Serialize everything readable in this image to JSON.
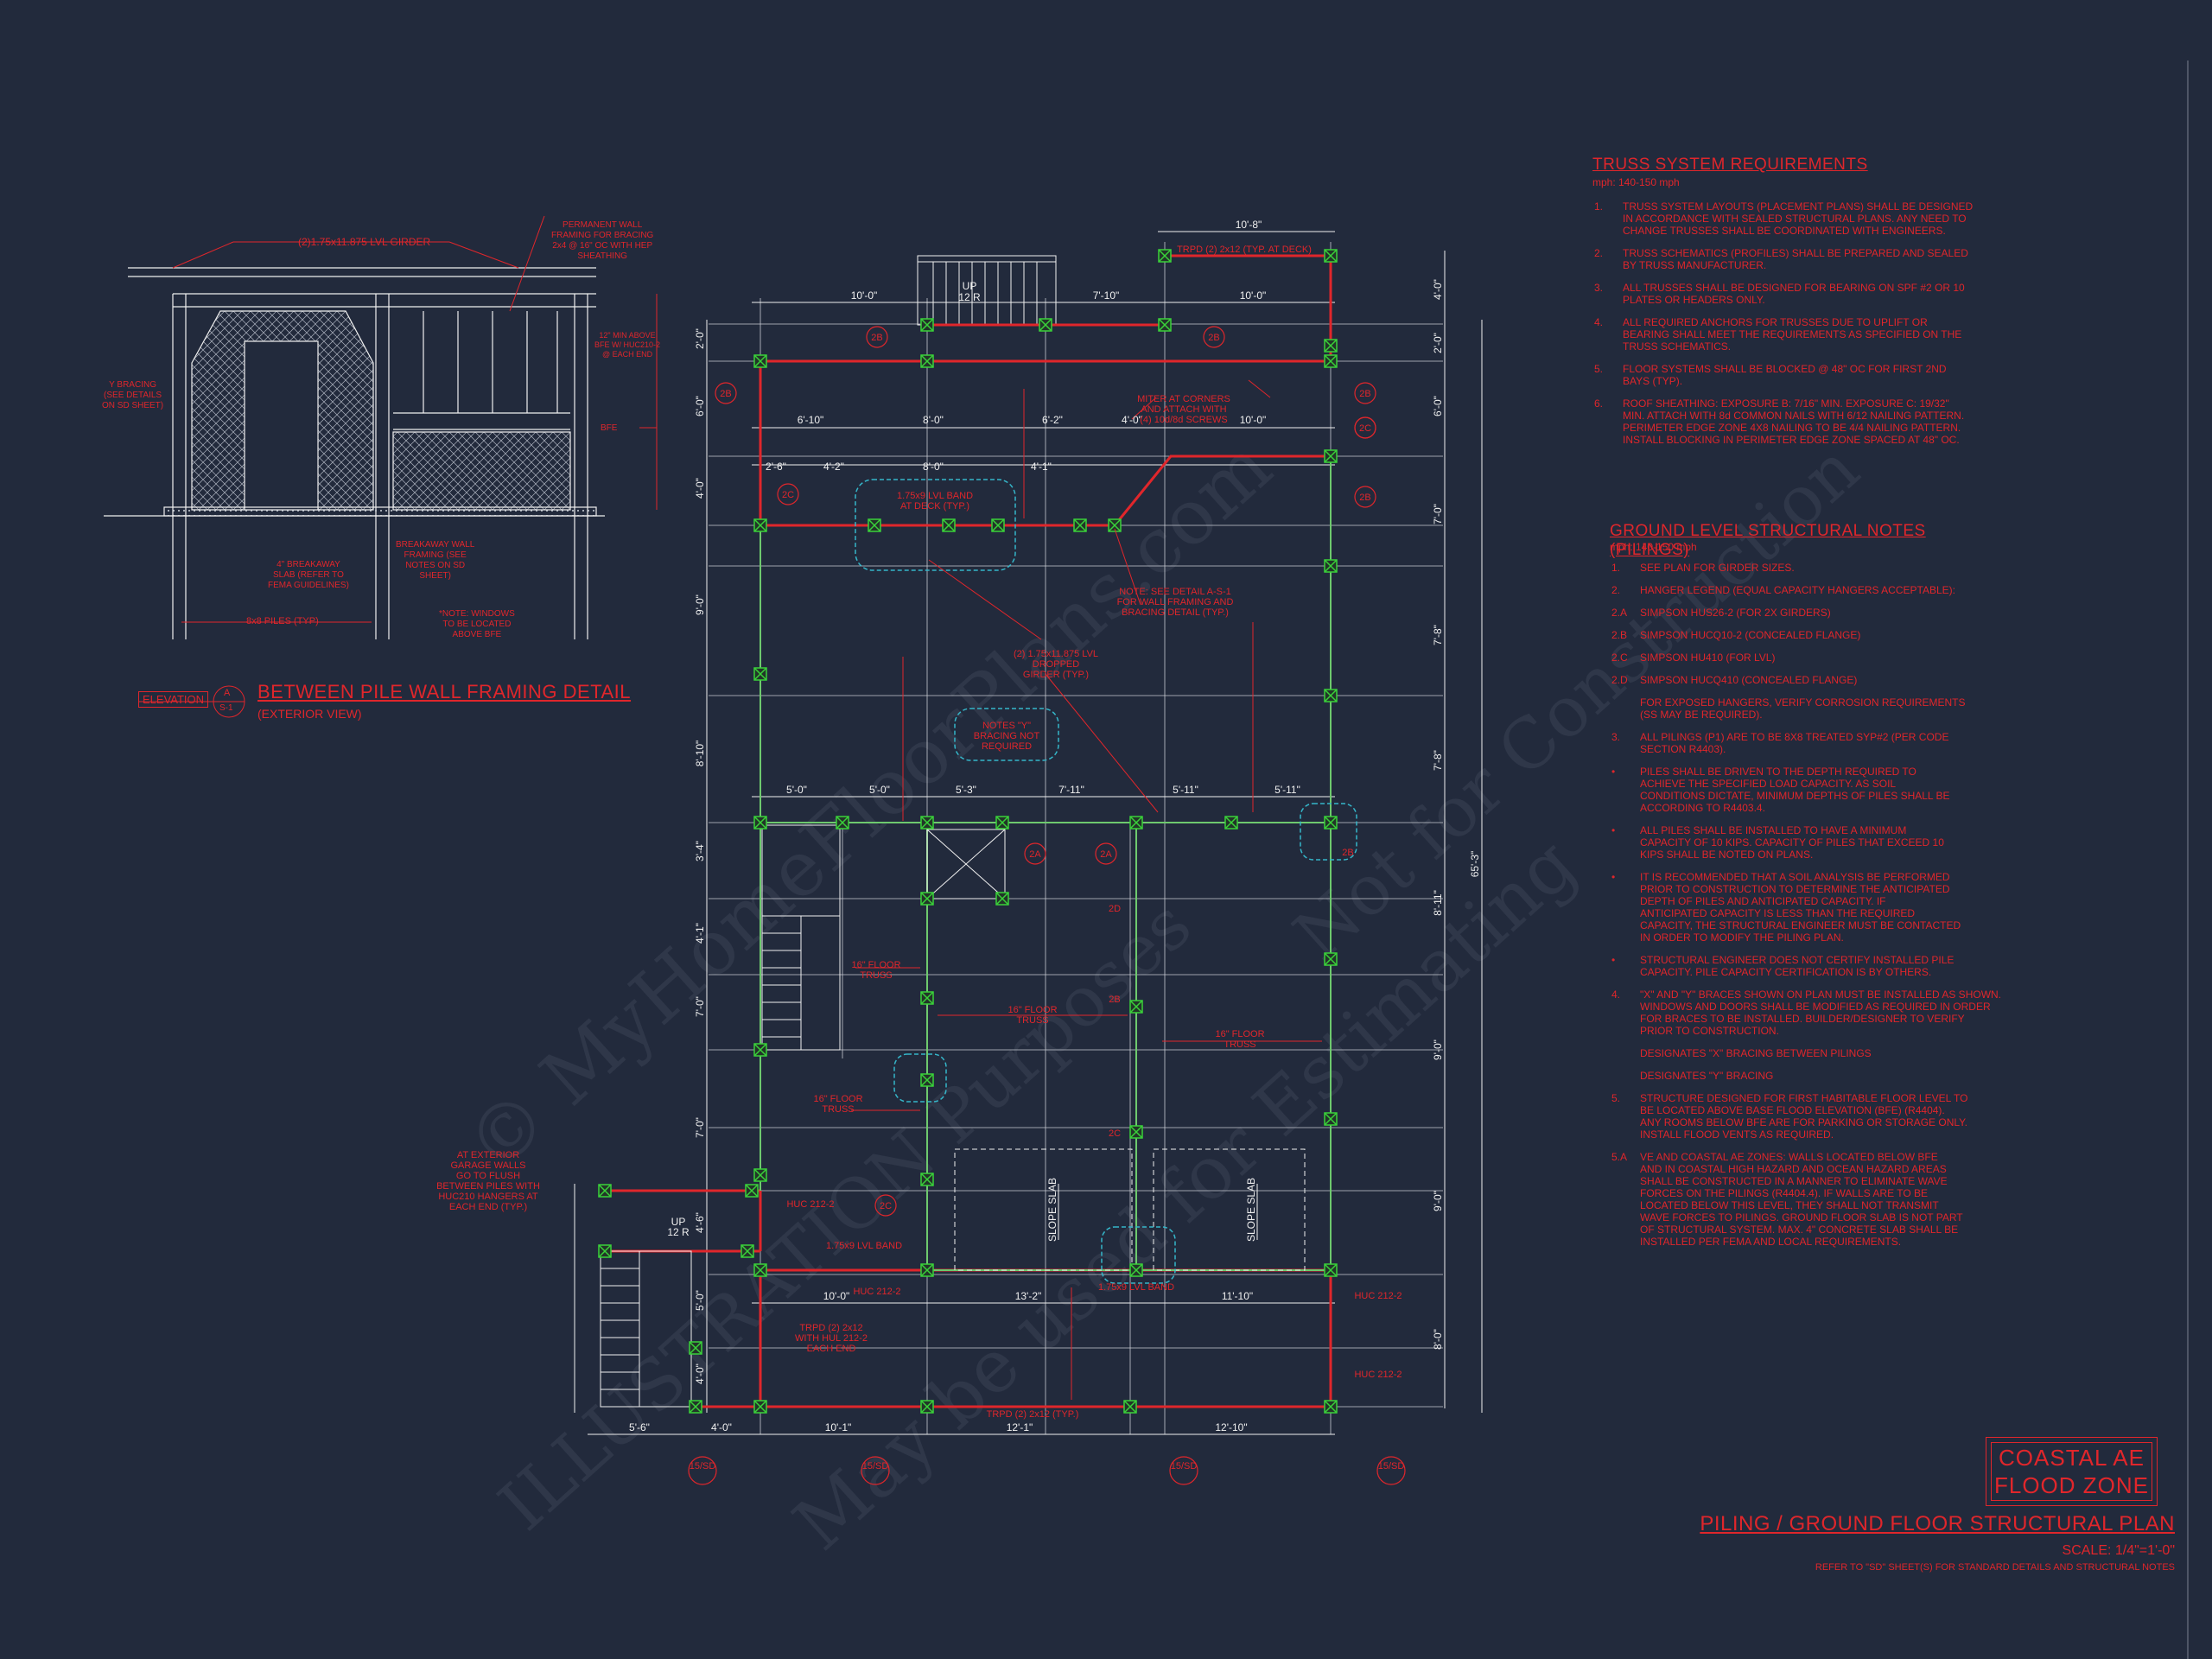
{
  "notes": {
    "truss_title": "TRUSS SYSTEM REQUIREMENTS",
    "truss_sub": "mph: 140-150 mph",
    "truss_items": [
      {
        "num": "1.",
        "lines": [
          "TRUSS SYSTEM LAYOUTS (PLACEMENT PLANS) SHALL BE DESIGNED",
          "IN ACCORDANCE WITH SEALED STRUCTURAL PLANS. ANY NEED TO",
          "CHANGE TRUSSES SHALL BE COORDINATED WITH ENGINEERS."
        ]
      },
      {
        "num": "2.",
        "lines": [
          "TRUSS SCHEMATICS (PROFILES) SHALL BE PREPARED AND SEALED",
          "BY TRUSS MANUFACTURER."
        ]
      },
      {
        "num": "3.",
        "lines": [
          "ALL TRUSSES SHALL BE DESIGNED FOR BEARING ON SPF #2 OR 10",
          "PLATES OR HEADERS ONLY."
        ]
      },
      {
        "num": "4.",
        "lines": [
          "ALL REQUIRED ANCHORS FOR TRUSSES DUE TO UPLIFT OR",
          "BEARING SHALL MEET THE REQUIREMENTS AS SPECIFIED ON THE",
          "TRUSS SCHEMATICS."
        ]
      },
      {
        "num": "5.",
        "lines": [
          "FLOOR SYSTEMS SHALL BE BLOCKED @ 48\" OC FOR FIRST 2ND",
          "BAYS (TYP)."
        ]
      },
      {
        "num": "6.",
        "lines": [
          "ROOF SHEATHING: EXPOSURE B: 7/16\" MIN. EXPOSURE C: 19/32\"",
          "MIN. ATTACH WITH 8d COMMON NAILS WITH 6/12 NAILING PATTERN.",
          "PERIMETER EDGE ZONE 4X8 NAILING TO BE 4/4 NAILING PATTERN.",
          "INSTALL BLOCKING IN PERIMETER EDGE ZONE SPACED AT 48\" OC."
        ]
      }
    ],
    "ground_title": "GROUND LEVEL STRUCTURAL NOTES (PILINGS)",
    "ground_sub": "mph: 140-150 mph",
    "ground_items": [
      {
        "num": "1.",
        "lines": [
          "SEE PLAN FOR GIRDER SIZES."
        ]
      },
      {
        "num": "2.",
        "lines": [
          "HANGER LEGEND (EQUAL CAPACITY HANGERS ACCEPTABLE):"
        ]
      },
      {
        "num": "2.A",
        "lines": [
          "SIMPSON HUS26-2 (FOR 2X GIRDERS)"
        ]
      },
      {
        "num": "2.B",
        "lines": [
          "SIMPSON HUCQ10-2 (CONCEALED FLANGE)"
        ]
      },
      {
        "num": "2.C",
        "lines": [
          "SIMPSON HU410 (FOR LVL)"
        ]
      },
      {
        "num": "2.D",
        "lines": [
          "SIMPSON HUCQ410 (CONCEALED FLANGE)"
        ]
      },
      {
        "num": "",
        "lines": [
          "FOR EXPOSED HANGERS, VERIFY CORROSION REQUIREMENTS",
          "(SS MAY BE REQUIRED)."
        ]
      },
      {
        "num": "3.",
        "lines": [
          "ALL PILINGS (P1) ARE TO BE 8X8 TREATED SYP#2 (PER CODE",
          "SECTION R4403)."
        ]
      },
      {
        "num": "•",
        "lines": [
          "PILES SHALL BE DRIVEN TO THE DEPTH REQUIRED TO",
          "ACHIEVE THE SPECIFIED LOAD CAPACITY. AS SOIL",
          "CONDITIONS DICTATE, MINIMUM DEPTHS OF PILES SHALL BE",
          "ACCORDING TO R4403.4."
        ]
      },
      {
        "num": "•",
        "lines": [
          "ALL PILES SHALL BE INSTALLED TO HAVE A MINIMUM",
          "CAPACITY OF 10 KIPS. CAPACITY OF PILES THAT EXCEED 10",
          "KIPS SHALL BE NOTED ON PLANS."
        ]
      },
      {
        "num": "•",
        "lines": [
          "IT IS RECOMMENDED THAT A SOIL ANALYSIS BE PERFORMED",
          "PRIOR TO CONSTRUCTION TO DETERMINE THE ANTICIPATED",
          "DEPTH OF PILES AND ANTICIPATED CAPACITY. IF",
          "ANTICIPATED CAPACITY IS LESS THAN THE REQUIRED",
          "CAPACITY, THE STRUCTURAL ENGINEER MUST BE CONTACTED",
          "IN ORDER TO MODIFY THE PILING PLAN."
        ]
      },
      {
        "num": "•",
        "lines": [
          "STRUCTURAL ENGINEER DOES NOT CERTIFY INSTALLED PILE",
          "CAPACITY. PILE CAPACITY CERTIFICATION IS BY OTHERS."
        ]
      },
      {
        "num": "4.",
        "lines": [
          "\"X\" AND \"Y\" BRACES SHOWN ON PLAN MUST BE INSTALLED AS SHOWN.",
          "WINDOWS AND DOORS SHALL BE MODIFIED AS REQUIRED IN ORDER",
          "FOR BRACES TO BE INSTALLED. BUILDER/DESIGNER TO VERIFY",
          "PRIOR TO CONSTRUCTION."
        ]
      },
      {
        "num": "",
        "lines": [
          "DESIGNATES \"X\" BRACING BETWEEN PILINGS"
        ]
      },
      {
        "num": "",
        "lines": [
          "DESIGNATES \"Y\" BRACING"
        ]
      },
      {
        "num": "5.",
        "lines": [
          "STRUCTURE DESIGNED FOR FIRST HABITABLE FLOOR LEVEL TO",
          "BE LOCATED ABOVE BASE FLOOD ELEVATION (BFE) (R4404).",
          "ANY ROOMS BELOW BFE ARE FOR PARKING OR STORAGE ONLY.",
          "INSTALL FLOOD VENTS AS REQUIRED."
        ]
      },
      {
        "num": "5.A",
        "lines": [
          "VE AND COASTAL AE ZONES: WALLS LOCATED BELOW BFE",
          "AND IN COASTAL HIGH HAZARD AND OCEAN HAZARD AREAS",
          "SHALL BE CONSTRUCTED IN A MANNER TO ELIMINATE WAVE",
          "FORCES ON THE PILINGS (R4404.4). IF WALLS ARE TO BE",
          "LOCATED BELOW THIS LEVEL, THEY SHALL NOT TRANSMIT",
          "WAVE FORCES TO PILINGS. GROUND FLOOR SLAB IS NOT PART",
          "OF STRUCTURAL SYSTEM. MAX. 4\" CONCRETE SLAB SHALL BE",
          "INSTALLED PER FEMA AND LOCAL REQUIREMENTS."
        ]
      }
    ]
  },
  "title_block": {
    "zone_line1": "COASTAL AE",
    "zone_line2": "FLOOD ZONE",
    "plan_title": "PILING / GROUND FLOOR STRUCTURAL PLAN",
    "scale": "SCALE: 1/4\"=1'-0\"",
    "refer": "REFER TO \"SD\" SHEET(S) FOR STANDARD DETAILS AND STRUCTURAL NOTES"
  },
  "detail": {
    "elevation_tag": "ELEVATION",
    "ref_letter": "A",
    "ref_sheet": "S-1",
    "title": "BETWEEN PILE WALL FRAMING DETAIL",
    "subtitle": "(EXTERIOR VIEW)",
    "girder_label": "(2)1.75x11.875 LVL GIRDER",
    "permanent_wall": [
      "PERMANENT WALL",
      "FRAMING FOR BRACING",
      "2x4 @ 16\" OC WITH HEP",
      "SHEATHING"
    ],
    "bracing": [
      "Y BRACING",
      "(SEE DETAILS",
      "ON SD SHEET)"
    ],
    "above_bfe": [
      "12\" MIN ABOVE",
      "BFE W/ HUC210-2",
      "@ EACH END"
    ],
    "bfe": "BFE",
    "breakaway_slab": [
      "4\" BREAKAWAY",
      "SLAB (REFER TO",
      "FEMA GUIDELINES)"
    ],
    "breakaway_wall": [
      "BREAKAWAY WALL",
      "FRAMING (SEE",
      "NOTES ON SD",
      "SHEET)"
    ],
    "piles": "8x8 PILES (TYP)",
    "windows_note": [
      "*NOTE: WINDOWS",
      "TO BE LOCATED",
      "ABOVE BFE"
    ]
  },
  "plan_dims": {
    "top": [
      "10'-8\"",
      "10'-0\"",
      "7'-10\"",
      "10'-0\"",
      "6'-10\"",
      "8'-0\"",
      "6'-2\"",
      "4'-0\"",
      "10'-0\"",
      "2'-6\"",
      "4'-2\"",
      "8'-0\"",
      "4'-1\""
    ],
    "mid": [
      "5'-0\"",
      "5'-0\"",
      "5'-3\"",
      "7'-11\"",
      "5'-11\"",
      "5'-11\""
    ],
    "bottom": [
      "10'-0\"",
      "13'-2\"",
      "11'-10\"",
      "5'-6\"",
      "4'-0\"",
      "10'-1\"",
      "12'-1\"",
      "12'-10\""
    ],
    "right": [
      "4'-0\"",
      "2'-0\"",
      "6'-0\"",
      "7'-0\"",
      "7'-8\"",
      "7'-8\"",
      "8'-11\"",
      "9'-0\"",
      "9'-0\"",
      "8'-0\""
    ],
    "left": [
      "2'-0\"",
      "6'-0\"",
      "4'-0\"",
      "9'-0\"",
      "8'-10\"",
      "3'-4\"",
      "4'-1\"",
      "7'-0\"",
      "7'-0\"",
      "4'-6\"",
      "5'-0\"",
      "4'-0\""
    ],
    "overall": "65'-3\""
  },
  "plan_labels": {
    "up1": "UP",
    "up1_rise": "12 R",
    "up2": "UP",
    "up2_rise": "12 R",
    "girder_top": "TRPD (2) 2x12 (TYP. AT DECK)",
    "girder_bottom": "TRPD (2) 2x12 (TYP.)",
    "lvl_band": [
      "1.75x9 LVL BAND",
      "AT DECK (TYP.)"
    ],
    "miter": [
      "MITER AT CORNERS",
      "AND ATTACH WITH",
      "(4) 10d/8d SCREWS"
    ],
    "see_detail": [
      "NOTE: SEE DETAIL A-S-1",
      "FOR WALL FRAMING AND",
      "BRACING DETAIL (TYP.)"
    ],
    "girder_lvl": [
      "(2) 1.75x11.875 LVL",
      "DROPPED",
      "GIRDER (TYP.)"
    ],
    "notes_y": [
      "NOTES \"Y\"",
      "BRACING NOT",
      "REQUIRED"
    ],
    "floor_trusses1": [
      "16\" FLOOR",
      "TRUSS"
    ],
    "floor_trusses2": [
      "16\" FLOOR",
      "TRUSS"
    ],
    "floor_trusses3": [
      "16\" FLOOR",
      "TRUSS"
    ],
    "floor_trusses4": [
      "16\" FLOOR",
      "TRUSS"
    ],
    "slope1": "SLOPE SLAB",
    "slope2": "SLOPE SLAB",
    "hu_labels": [
      "HUC 212-2",
      "HUC 212-2",
      "HUC 212-2",
      "HUC 212-2"
    ],
    "band_labels": [
      "1.75x9 LVL BAND",
      "1.75x9 LVL BAND"
    ],
    "trpd_each": [
      "TRPD (2) 2x12",
      "WITH HUL 212-2",
      "EACH END"
    ],
    "at_exterior": [
      "AT EXTERIOR",
      "GARAGE WALLS",
      "GO TO FLUSH",
      "BETWEEN PILES WITH",
      "HUC210 HANGERS AT",
      "EACH END (TYP.)"
    ],
    "tags": [
      "2B",
      "2B",
      "2B",
      "2B",
      "2C",
      "2C",
      "2B",
      "2B",
      "2A",
      "2A",
      "2C",
      "2D",
      "2B",
      "2C"
    ],
    "sd_tags": [
      "15/SD",
      "15/SD",
      "15/SD",
      "15/SD"
    ]
  },
  "watermarks": [
    "© MyHomeFloorPlans.com",
    "ILLUSTRATION Purposes",
    "May be used for Estimating",
    "Not for Construction"
  ],
  "colors": {
    "background": "#222a3c",
    "red": "#e0262b",
    "white": "#f0f0f0",
    "green": "#3ad13a",
    "cyan": "#35b6c9"
  }
}
